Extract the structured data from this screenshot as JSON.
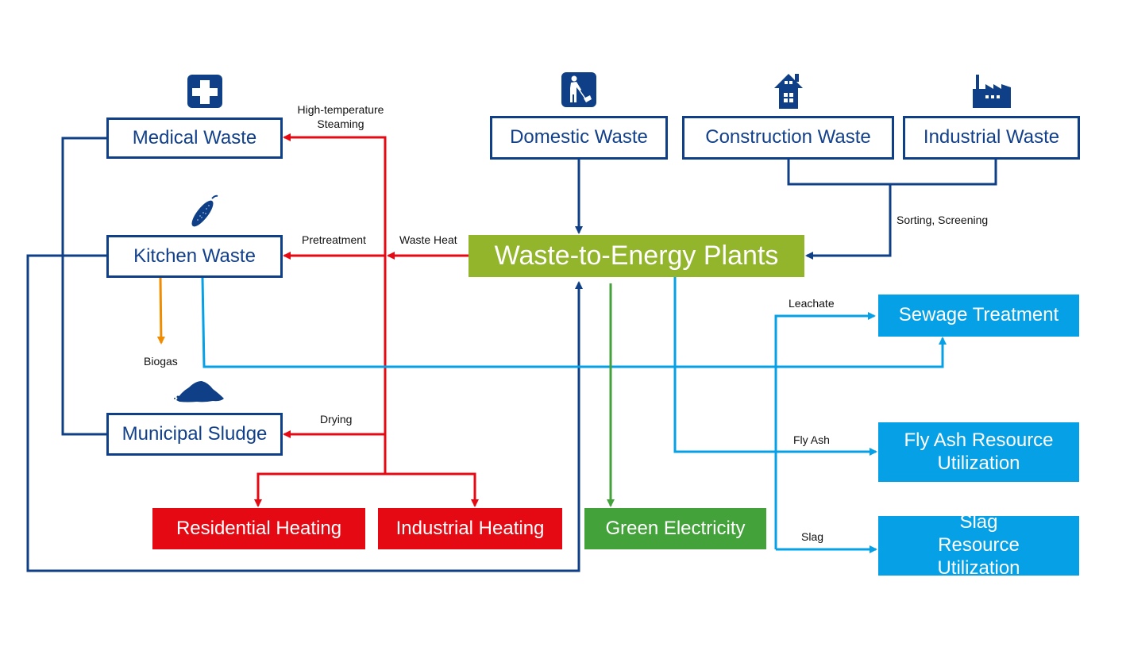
{
  "diagram": {
    "center": {
      "label": "Waste-to-Energy Plants",
      "color": "#93b52c"
    },
    "sources": [
      {
        "id": "medical",
        "label": "Medical Waste",
        "icon": "medical-cross-icon"
      },
      {
        "id": "kitchen",
        "label": "Kitchen Waste",
        "icon": "cucumber-icon"
      },
      {
        "id": "sludge",
        "label": "Municipal Sludge",
        "icon": "sludge-pile-icon"
      },
      {
        "id": "domestic",
        "label": "Domestic Waste",
        "icon": "sweeper-icon"
      },
      {
        "id": "construction",
        "label": "Construction Waste",
        "icon": "house-icon"
      },
      {
        "id": "industrial",
        "label": "Industrial Waste",
        "icon": "factory-icon"
      }
    ],
    "outputs": [
      {
        "id": "residential_heating",
        "label": "Residential Heating",
        "color": "#e50914"
      },
      {
        "id": "industrial_heating",
        "label": "Industrial Heating",
        "color": "#e50914"
      },
      {
        "id": "green_electricity",
        "label": "Green Electricity",
        "color": "#43a23a"
      },
      {
        "id": "sewage",
        "label": "Sewage Treatment",
        "color": "#05a0e6"
      },
      {
        "id": "fly_ash",
        "label": "Fly Ash Resource Utilization",
        "color": "#05a0e6"
      },
      {
        "id": "slag",
        "label": "Slag Resource Utilization",
        "color": "#05a0e6"
      }
    ],
    "edge_labels": {
      "steaming": "High-temperature\nSteaming",
      "pretreatment": "Pretreatment",
      "waste_heat": "Waste Heat",
      "drying": "Drying",
      "biogas": "Biogas",
      "sorting": "Sorting, Screening",
      "leachate": "Leachate",
      "fly_ash": "Fly Ash",
      "slag": "Slag"
    },
    "colors": {
      "navy": "#0f3f86",
      "red": "#e50914",
      "green": "#43a23a",
      "light_blue": "#05a0e6",
      "orange": "#f08c00",
      "olive": "#93b52c"
    }
  }
}
